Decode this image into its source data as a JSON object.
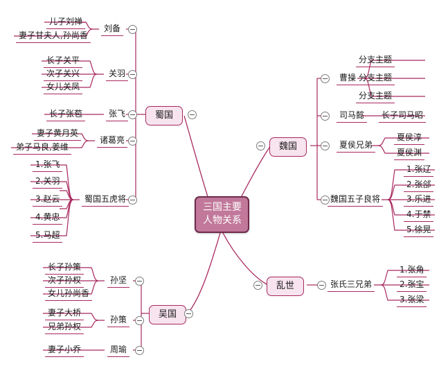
{
  "diagram": {
    "title": "三国主要人物关系",
    "type": "mind-map",
    "colors": {
      "root_fill": "#c1789a",
      "root_border": "#6d2b4a",
      "root_text": "#ffffff",
      "branch_fill": "#f7e4ee",
      "branch_border": "#a8275e",
      "link": "#a8275e",
      "text": "#1a1a1a",
      "background": "#ffffff"
    }
  },
  "root": {
    "line1": "三国主要",
    "line2": "人物关系"
  },
  "branches": {
    "shu": {
      "label": "蜀国",
      "children": {
        "liubei": {
          "label": "刘备",
          "items": [
            "儿子刘禅",
            "妻子甘夫人,孙尚香"
          ]
        },
        "guanyu": {
          "label": "关羽",
          "items": [
            "长子关平",
            "次子关兴",
            "女儿关凤"
          ]
        },
        "zhangfei": {
          "label": "张飞",
          "items": [
            "长子张苞"
          ]
        },
        "zhugeliang": {
          "label": "诸葛亮",
          "items": [
            "妻子黄月英",
            "弟子马良,姜维"
          ]
        },
        "wuhu": {
          "label": "蜀国五虎将",
          "items": [
            "1.张飞",
            "2.关羽",
            "3.赵云",
            "4.黄忠",
            "5.马超"
          ]
        }
      }
    },
    "wei": {
      "label": "魏国",
      "children": {
        "caocao": {
          "label": "曹操",
          "items": [
            "分支主题",
            "分支主题",
            "分支主题"
          ]
        },
        "simayi": {
          "label": "司马懿",
          "items": [
            "长子司马昭"
          ]
        },
        "xiahou": {
          "label": "夏侯兄弟",
          "items": [
            "夏侯淳",
            "夏侯渊"
          ]
        },
        "wuziliangjiang": {
          "label": "魏国五子良将",
          "items": [
            "1.张辽",
            "2.张郃",
            "3.乐进",
            "4.于禁",
            "5.徐晃"
          ]
        }
      }
    },
    "wu": {
      "label": "吴国",
      "children": {
        "sunjian": {
          "label": "孙坚",
          "items": [
            "长子孙策",
            "次子孙权",
            "女儿孙尚香"
          ]
        },
        "sunce": {
          "label": "孙策",
          "items": [
            "妻子大桥",
            "兄弟孙权"
          ]
        },
        "zhouyu": {
          "label": "周瑜",
          "items": [
            "妻子小乔"
          ]
        }
      }
    },
    "luanshi": {
      "label": "乱世",
      "children": {
        "zhangshi": {
          "label": "张氏三兄弟",
          "items": [
            "1.张角",
            "2.张宝",
            "3.张梁"
          ]
        }
      }
    }
  }
}
